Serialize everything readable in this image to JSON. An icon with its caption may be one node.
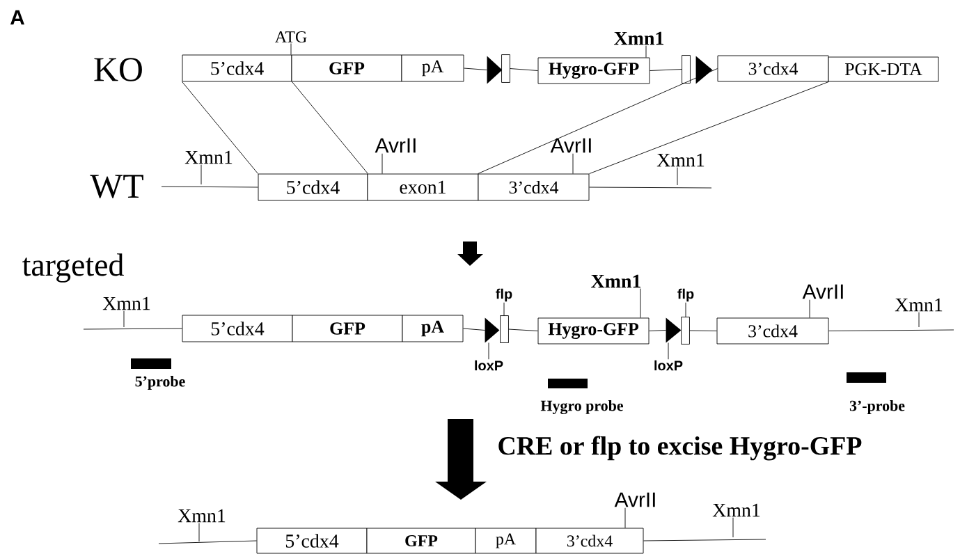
{
  "diagram": {
    "nodes": [
      {
        "text": [
          "5’cdx4"
        ]
      },
      {
        "text": [
          "GFP"
        ]
      },
      {
        "text": [
          "pA"
        ]
      },
      {
        "text": [],
        "shape": "triangle"
      },
      {
        "text": [],
        "shape": "box"
      },
      {
        "text": [
          "Hygro-GFP"
        ]
      },
      {
        "text": [],
        "shape": "box"
      },
      {
        "text": [],
        "shape": "triangle"
      },
      {
        "text": [
          "3’cdx4"
        ]
      },
      {
        "text": [
          "PGK-DTA"
        ]
      },
      {
        "text": [
          "ATG"
        ]
      },
      {
        "text": [
          "Xmn1"
        ]
      },
      {
        "text": [
          "Xmn1"
        ]
      },
      {
        "text": [
          "5’cdx4"
        ]
      },
      {
        "text": [
          "exon1"
        ]
      },
      {
        "text": [
          "3’cdx4"
        ]
      },
      {
        "text": [
          "AvrII"
        ]
      },
      {
        "text": [
          "AvrII"
        ]
      },
      {
        "text": [
          "Xmn1"
        ]
      },
      {
        "text": [
          "Xmn1"
        ]
      },
      {
        "text": [
          "5’cdx4"
        ]
      },
      {
        "text": [
          "GFP"
        ]
      },
      {
        "text": [
          "pA"
        ]
      },
      {
        "text": [],
        "shape": "triangle"
      },
      {
        "text": [],
        "shape": "box"
      },
      {
        "text": [
          "Hygro-GFP"
        ]
      },
      {
        "text": [],
        "shape": "triangle"
      },
      {
        "text": [],
        "shape": "box"
      },
      {
        "text": [
          "3’cdx4"
        ]
      },
      {
        "text": [
          "AvrII"
        ]
      },
      {
        "text": [
          "Xmn1"
        ]
      },
      {
        "text": [
          "Xmn1"
        ]
      },
      {
        "text": [
          "flp"
        ]
      },
      {
        "text": [
          "flp"
        ]
      },
      {
        "text": [
          "loxP"
        ]
      },
      {
        "text": [
          "loxP"
        ]
      },
      {
        "text": [
          "5’probe"
        ]
      },
      {
        "text": [
          "Hygro probe"
        ]
      },
      {
        "text": [
          "3’-probe"
        ]
      },
      {
        "text": [
          "Xmn1"
        ]
      },
      {
        "text": [
          "5’cdx4"
        ]
      },
      {
        "text": [
          "GFP"
        ]
      },
      {
        "text": [
          "pA"
        ]
      },
      {
        "text": [
          "3’cdx4"
        ]
      },
      {
        "text": [
          "AvrII"
        ]
      },
      {
        "text": [
          "Xmn1"
        ]
      }
    ],
    "edges": [
      {
        "from": 2,
        "to": 3,
        "arrow": "none"
      },
      {
        "from": 4,
        "to": 5,
        "arrow": "none"
      },
      {
        "from": 5,
        "to": 6,
        "arrow": "none"
      },
      {
        "from": 10,
        "to": 0,
        "arrow": "none"
      },
      {
        "from": 11,
        "to": 5,
        "arrow": "none"
      },
      {
        "from": 0,
        "to": 13,
        "arrow": "none"
      },
      {
        "from": 0,
        "to": 13,
        "arrow": "none"
      },
      {
        "from": 8,
        "to": 15,
        "arrow": "none"
      },
      {
        "from": 8,
        "to": 15,
        "arrow": "none"
      },
      {
        "from": null,
        "to": 13,
        "arrow": "none"
      },
      {
        "from": 15,
        "to": null,
        "arrow": "none"
      },
      {
        "from": 12,
        "to": null,
        "arrow": "none"
      },
      {
        "from": 16,
        "to": 14,
        "arrow": "none"
      },
      {
        "from": 17,
        "to": 15,
        "arrow": "none"
      },
      {
        "from": 18,
        "to": null,
        "arrow": "none"
      },
      {
        "from": null,
        "to": 20,
        "arrow": "none"
      },
      {
        "from": 22,
        "to": 23,
        "arrow": "none"
      },
      {
        "from": 24,
        "to": 25,
        "arrow": "none"
      },
      {
        "from": 25,
        "to": 26,
        "arrow": "none"
      },
      {
        "from": 27,
        "to": 28,
        "arrow": "none"
      },
      {
        "from": 28,
        "to": null,
        "arrow": "none"
      },
      {
        "from": 19,
        "to": null,
        "arrow": "none"
      },
      {
        "from": 29,
        "to": 28,
        "arrow": "none"
      },
      {
        "from": 30,
        "to": null,
        "arrow": "none"
      },
      {
        "from": 31,
        "to": 25,
        "arrow": "none"
      },
      {
        "from": 32,
        "to": 24,
        "arrow": "none"
      },
      {
        "from": 33,
        "to": 27,
        "arrow": "none"
      },
      {
        "from": 34,
        "to": 23,
        "arrow": "none"
      },
      {
        "from": 35,
        "to": 26,
        "arrow": "none"
      },
      {
        "from": null,
        "to": 40,
        "arrow": "none"
      },
      {
        "from": 43,
        "to": null,
        "arrow": "none"
      },
      {
        "from": 39,
        "to": null,
        "arrow": "none"
      },
      {
        "from": 44,
        "to": 43,
        "arrow": "none"
      },
      {
        "from": 45,
        "to": null,
        "arrow": "none"
      }
    ],
    "labels": [
      "A",
      "KO",
      "WT",
      "targeted",
      "CRE or flp to excise Hygro-GFP"
    ]
  }
}
